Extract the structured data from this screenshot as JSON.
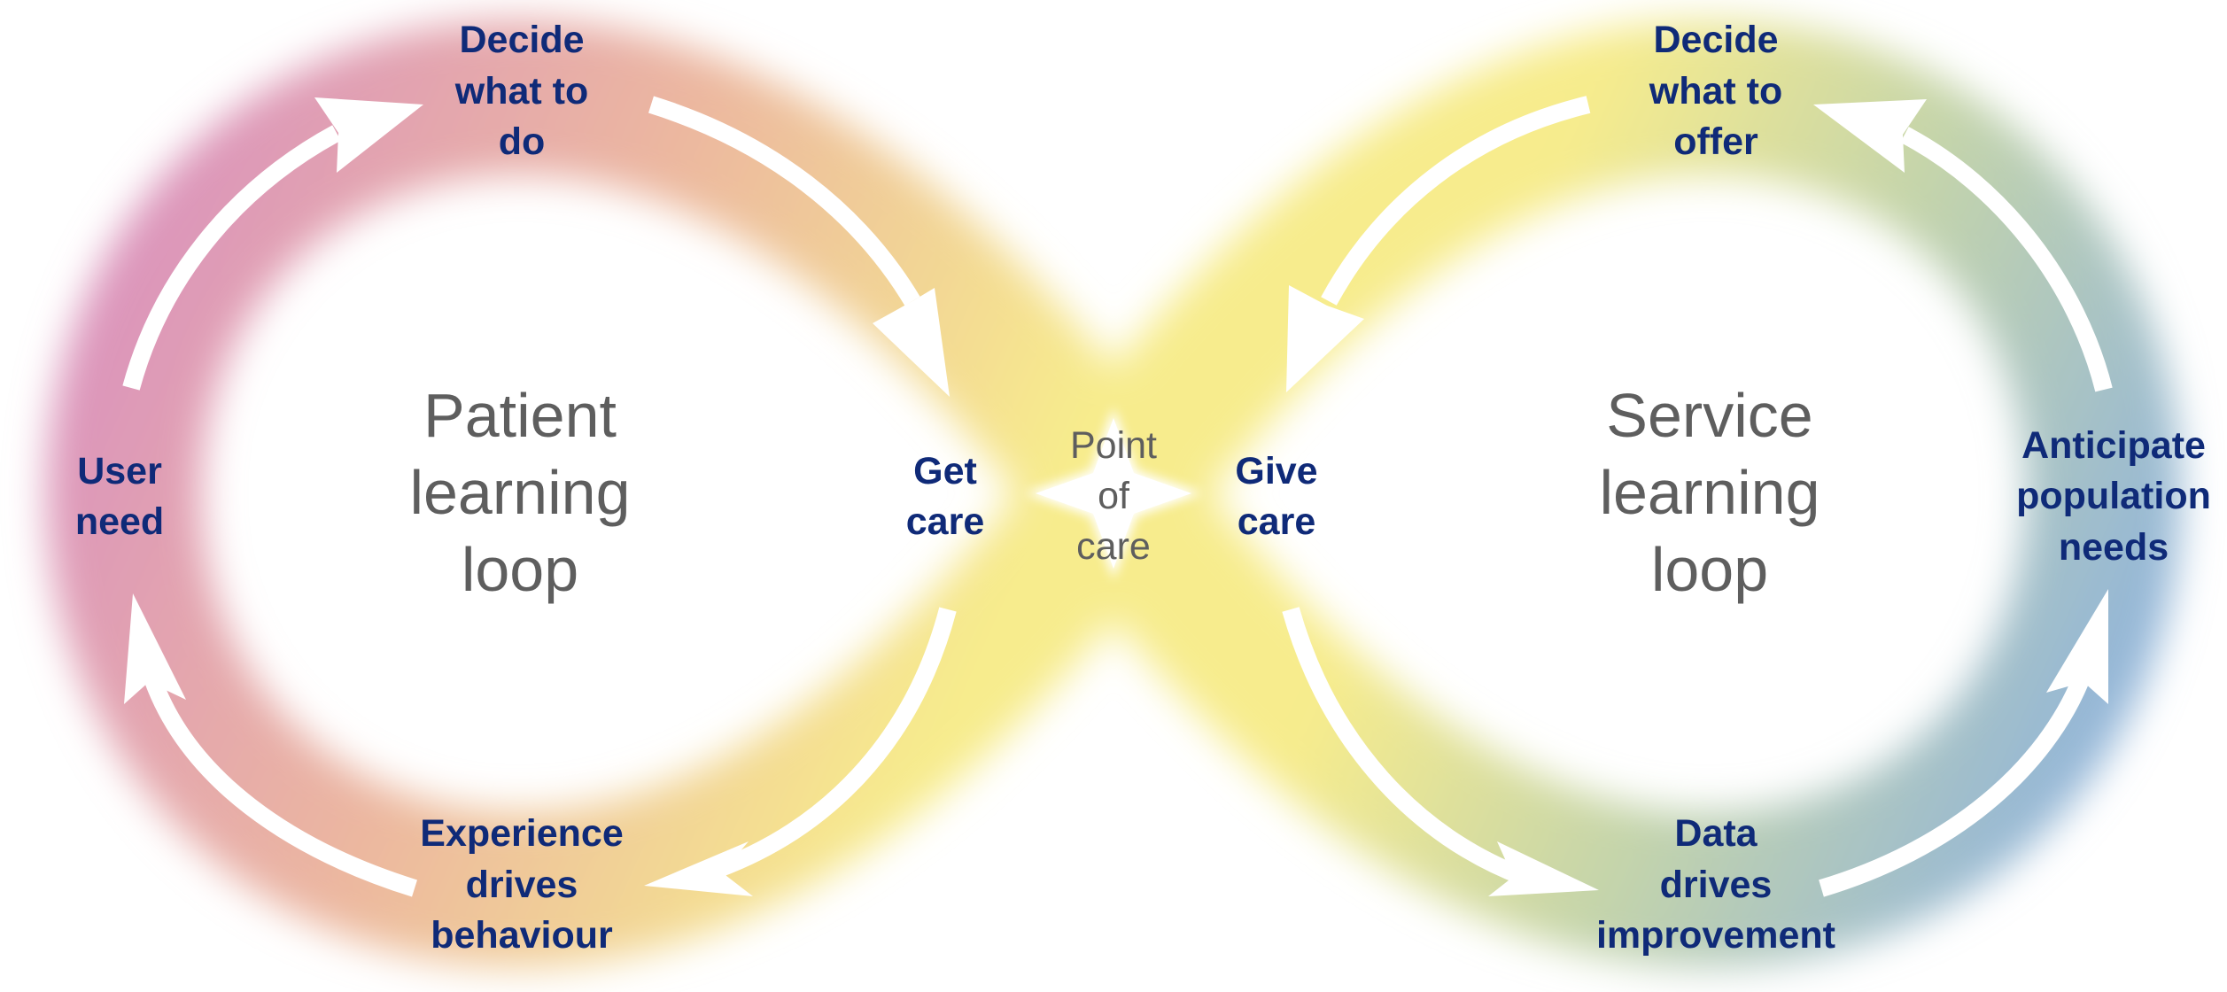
{
  "colors": {
    "label": "#0f2a78",
    "title": "#5e5e5e",
    "band_pink": "#d98fc0",
    "band_peach": "#ecb89f",
    "band_yellow": "#f7ec8d",
    "band_green": "#c4d4ab",
    "band_blue": "#88afe2"
  },
  "left_loop": {
    "title": [
      "Patient",
      "learning",
      "loop"
    ],
    "decide": [
      "Decide",
      "what to",
      "do"
    ],
    "user_need": [
      "User",
      "need"
    ],
    "get_care": [
      "Get",
      "care"
    ],
    "experience": [
      "Experience",
      "drives",
      "behaviour"
    ]
  },
  "center": {
    "label": [
      "Point",
      "of",
      "care"
    ]
  },
  "right_loop": {
    "title": [
      "Service",
      "learning",
      "loop"
    ],
    "decide": [
      "Decide",
      "what to",
      "offer"
    ],
    "give_care": [
      "Give",
      "care"
    ],
    "anticipate": [
      "Anticipate",
      "population",
      "needs"
    ],
    "data": [
      "Data",
      "drives",
      "improvement"
    ]
  }
}
